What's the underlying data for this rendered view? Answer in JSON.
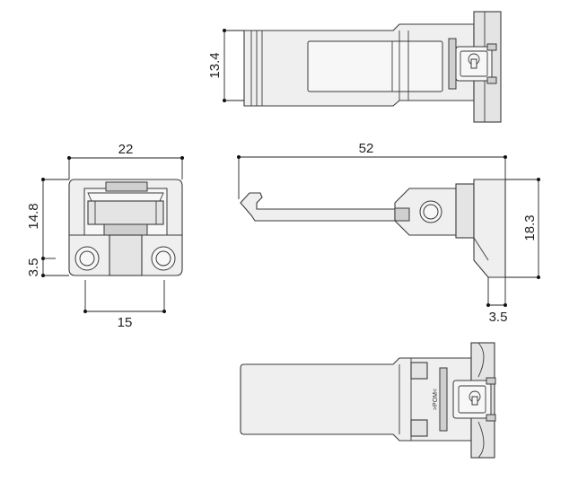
{
  "dimensions": {
    "top_height": "13.4",
    "front_width": "22",
    "front_height": "14.8",
    "front_hole_offset": "3.5",
    "front_hole_spacing": "15",
    "side_length": "52",
    "side_height": "18.3",
    "side_offset": "3.5"
  },
  "labels": {
    "material": ">POM<"
  }
}
